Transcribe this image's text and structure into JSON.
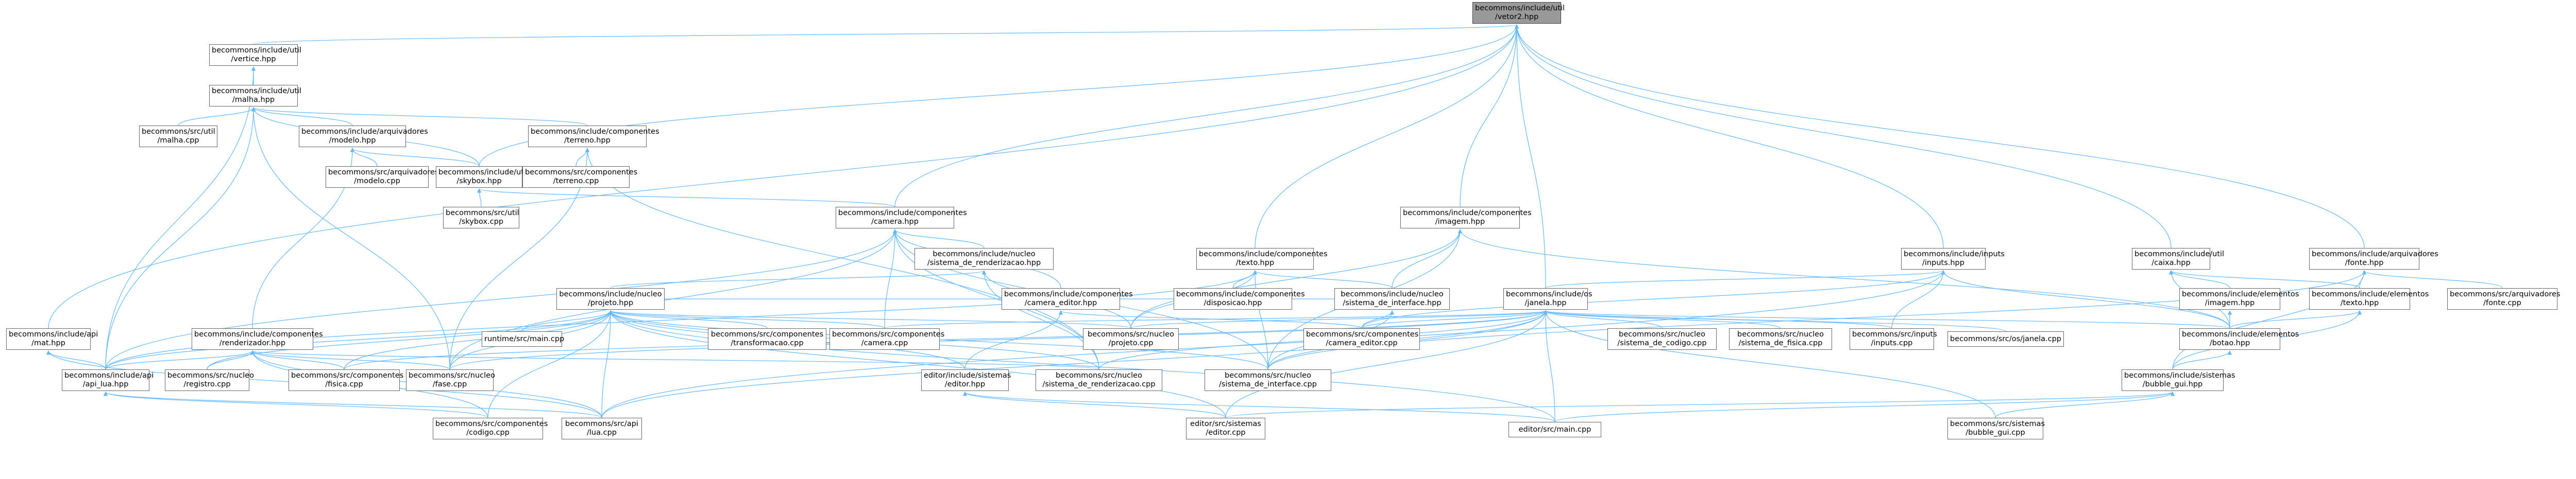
{
  "graph": {
    "edge_color": "#63b8ff",
    "node_border": "#666666",
    "root_fill": "#999999",
    "nodes": {
      "root": [
        "becommons/include/util",
        "/vetor2.hpp"
      ],
      "vertice": [
        "becommons/include/util",
        "/vertice.hpp"
      ],
      "malha": [
        "becommons/include/util",
        "/malha.hpp"
      ],
      "malha_cpp": [
        "becommons/src/util",
        "/malha.cpp"
      ],
      "modelo": [
        "becommons/include/arquivadores",
        "/modelo.hpp"
      ],
      "terreno": [
        "becommons/include/componentes",
        "/terreno.hpp"
      ],
      "modelo_cpp": [
        "becommons/src/arquivadores",
        "/modelo.cpp"
      ],
      "skybox": [
        "becommons/include/util",
        "/skybox.hpp"
      ],
      "terreno_cpp": [
        "becommons/src/componentes",
        "/terreno.cpp"
      ],
      "skybox_cpp": [
        "becommons/src/util",
        "/skybox.cpp"
      ],
      "camera": [
        "becommons/include/componentes",
        "/camera.hpp"
      ],
      "sistema_render": [
        "becommons/include/nucleo",
        "/sistema_de_renderizacao.hpp"
      ],
      "projeto": [
        "becommons/include/nucleo",
        "/projeto.hpp"
      ],
      "camera_editor": [
        "becommons/include/componentes",
        "/camera_editor.hpp"
      ],
      "renderizador": [
        "becommons/include/componentes",
        "/renderizador.hpp"
      ],
      "runtime_main": [
        "runtime/src/main.cpp"
      ],
      "transformacao_cpp": [
        "becommons/src/componentes",
        "/transformacao.cpp"
      ],
      "camera_cpp": [
        "becommons/src/componentes",
        "/camera.cpp"
      ],
      "projeto_cpp": [
        "becommons/src/nucleo",
        "/projeto.cpp"
      ],
      "mat": [
        "becommons/include/api",
        "/mat.hpp"
      ],
      "api_lua": [
        "becommons/include/api",
        "/api_lua.hpp"
      ],
      "registro_cpp": [
        "becommons/src/nucleo",
        "/registro.cpp"
      ],
      "fisica_cpp": [
        "becommons/src/componentes",
        "/fisica.cpp"
      ],
      "fase_cpp": [
        "becommons/src/nucleo",
        "/fase.cpp"
      ],
      "codigo_cpp": [
        "becommons/src/componentes",
        "/codigo.cpp"
      ],
      "lua_cpp": [
        "becommons/src/api",
        "/lua.cpp"
      ],
      "editor_sistemas": [
        "editor/include/sistemas",
        "/editor.hpp"
      ],
      "sis_render_cpp": [
        "becommons/src/nucleo",
        "/sistema_de_renderizacao.cpp"
      ],
      "sis_interface_cpp": [
        "becommons/src/nucleo",
        "/sistema_de_interface.cpp"
      ],
      "editor_cpp": [
        "editor/src/sistemas",
        "/editor.cpp"
      ],
      "editor_main": [
        "editor/src/main.cpp"
      ],
      "texto_comp": [
        "becommons/include/componentes",
        "/texto.hpp"
      ],
      "imagem_comp": [
        "becommons/include/componentes",
        "/imagem.hpp"
      ],
      "disposicao": [
        "becommons/include/componentes",
        "/disposicao.hpp"
      ],
      "sis_interface": [
        "becommons/include/nucleo",
        "/sistema_de_interface.hpp"
      ],
      "camera_editor_cpp": [
        "becommons/src/componentes",
        "/camera_editor.cpp"
      ],
      "janela": [
        "becommons/include/os",
        "/janela.hpp"
      ],
      "sis_codigo_cpp": [
        "becommons/src/nucleo",
        "/sistema_de_codigo.cpp"
      ],
      "sis_fisica_cpp": [
        "becommons/src/nucleo",
        "/sistema_de_fisica.cpp"
      ],
      "inputs": [
        "becommons/include/inputs",
        "/inputs.hpp"
      ],
      "inputs_cpp": [
        "becommons/src/inputs",
        "/inputs.cpp"
      ],
      "janela_cpp": [
        "becommons/src/os/janela.cpp"
      ],
      "caixa": [
        "becommons/include/util",
        "/caixa.hpp"
      ],
      "imagem_elem": [
        "becommons/include/elementos",
        "/imagem.hpp"
      ],
      "texto_elem": [
        "becommons/include/elementos",
        "/texto.hpp"
      ],
      "botao": [
        "becommons/include/elementos",
        "/botao.hpp"
      ],
      "bubble_gui": [
        "becommons/include/sistemas",
        "/bubble_gui.hpp"
      ],
      "bubble_gui_cpp": [
        "becommons/src/sistemas",
        "/bubble_gui.cpp"
      ],
      "fonte": [
        "becommons/include/arquivadores",
        "/fonte.hpp"
      ],
      "fonte_cpp": [
        "becommons/src/arquivadores",
        "/fonte.cpp"
      ]
    },
    "edges": [
      [
        "vertice",
        "root"
      ],
      [
        "malha",
        "vertice"
      ],
      [
        "api_lua",
        "vertice"
      ],
      [
        "malha_cpp",
        "malha"
      ],
      [
        "modelo",
        "malha"
      ],
      [
        "terreno",
        "malha"
      ],
      [
        "skybox",
        "malha"
      ],
      [
        "api_lua",
        "malha"
      ],
      [
        "fase_cpp",
        "malha"
      ],
      [
        "modelo_cpp",
        "modelo"
      ],
      [
        "skybox",
        "modelo"
      ],
      [
        "renderizador",
        "modelo"
      ],
      [
        "terreno_cpp",
        "terreno"
      ],
      [
        "fase_cpp",
        "terreno"
      ],
      [
        "sis_render_cpp",
        "terreno"
      ],
      [
        "skybox_cpp",
        "skybox"
      ],
      [
        "camera",
        "skybox"
      ],
      [
        "skybox",
        "root"
      ],
      [
        "camera",
        "root"
      ],
      [
        "sistema_render",
        "camera"
      ],
      [
        "camera_editor",
        "camera"
      ],
      [
        "camera_cpp",
        "camera"
      ],
      [
        "api_lua",
        "camera"
      ],
      [
        "fase_cpp",
        "camera"
      ],
      [
        "sis_render_cpp",
        "camera"
      ],
      [
        "sis_interface_cpp",
        "camera"
      ],
      [
        "projeto",
        "sistema_render"
      ],
      [
        "sis_render_cpp",
        "sistema_render"
      ],
      [
        "projeto_cpp",
        "sistema_render"
      ],
      [
        "editor_sistemas",
        "camera_editor"
      ],
      [
        "camera_editor_cpp",
        "camera_editor"
      ],
      [
        "runtime_main",
        "projeto"
      ],
      [
        "transformacao_cpp",
        "projeto"
      ],
      [
        "camera_cpp",
        "projeto"
      ],
      [
        "projeto_cpp",
        "projeto"
      ],
      [
        "registro_cpp",
        "projeto"
      ],
      [
        "fisica_cpp",
        "projeto"
      ],
      [
        "fase_cpp",
        "projeto"
      ],
      [
        "codigo_cpp",
        "projeto"
      ],
      [
        "lua_cpp",
        "projeto"
      ],
      [
        "editor_sistemas",
        "projeto"
      ],
      [
        "sis_render_cpp",
        "projeto"
      ],
      [
        "sis_interface_cpp",
        "projeto"
      ],
      [
        "editor_cpp",
        "projeto"
      ],
      [
        "editor_main",
        "projeto"
      ],
      [
        "api_lua",
        "projeto"
      ],
      [
        "api_lua",
        "renderizador"
      ],
      [
        "registro_cpp",
        "renderizador"
      ],
      [
        "fisica_cpp",
        "renderizador"
      ],
      [
        "fase_cpp",
        "renderizador"
      ],
      [
        "codigo_cpp",
        "renderizador"
      ],
      [
        "sis_render_cpp",
        "renderizador"
      ],
      [
        "lua_cpp",
        "renderizador"
      ],
      [
        "api_lua",
        "mat"
      ],
      [
        "lua_cpp",
        "mat"
      ],
      [
        "mat",
        "root"
      ],
      [
        "codigo_cpp",
        "api_lua"
      ],
      [
        "lua_cpp",
        "api_lua"
      ],
      [
        "editor_cpp",
        "editor_sistemas"
      ],
      [
        "editor_main",
        "editor_sistemas"
      ],
      [
        "texto_comp",
        "root"
      ],
      [
        "disposicao",
        "texto_comp"
      ],
      [
        "sis_interface",
        "texto_comp"
      ],
      [
        "projeto_cpp",
        "texto_comp"
      ],
      [
        "api_lua",
        "texto_comp"
      ],
      [
        "sis_interface_cpp",
        "texto_comp"
      ],
      [
        "imagem_comp",
        "root"
      ],
      [
        "sis_interface",
        "imagem_comp"
      ],
      [
        "projeto_cpp",
        "imagem_comp"
      ],
      [
        "botao",
        "imagem_comp"
      ],
      [
        "sis_interface_cpp",
        "imagem_comp"
      ],
      [
        "projeto",
        "sis_interface"
      ],
      [
        "sis_interface_cpp",
        "sis_interface"
      ],
      [
        "camera_editor_cpp",
        "sis_interface"
      ],
      [
        "janela",
        "root"
      ],
      [
        "sis_codigo_cpp",
        "janela"
      ],
      [
        "sis_fisica_cpp",
        "janela"
      ],
      [
        "inputs_cpp",
        "janela"
      ],
      [
        "janela_cpp",
        "janela"
      ],
      [
        "botao",
        "janela"
      ],
      [
        "camera_cpp",
        "janela"
      ],
      [
        "projeto_cpp",
        "janela"
      ],
      [
        "camera_editor_cpp",
        "janela"
      ],
      [
        "fase_cpp",
        "janela"
      ],
      [
        "sis_render_cpp",
        "janela"
      ],
      [
        "sis_interface_cpp",
        "janela"
      ],
      [
        "editor_cpp",
        "janela"
      ],
      [
        "editor_main",
        "janela"
      ],
      [
        "lua_cpp",
        "janela"
      ],
      [
        "bubble_gui_cpp",
        "janela"
      ],
      [
        "fisica_cpp",
        "janela"
      ],
      [
        "inputs",
        "root"
      ],
      [
        "inputs_cpp",
        "inputs"
      ],
      [
        "janela",
        "inputs"
      ],
      [
        "botao",
        "inputs"
      ],
      [
        "lua_cpp",
        "inputs"
      ],
      [
        "camera_editor_cpp",
        "inputs"
      ],
      [
        "caixa",
        "root"
      ],
      [
        "imagem_elem",
        "caixa"
      ],
      [
        "texto_elem",
        "caixa"
      ],
      [
        "botao",
        "caixa"
      ],
      [
        "botao",
        "imagem_elem"
      ],
      [
        "bubble_gui",
        "texto_elem"
      ],
      [
        "botao",
        "texto_elem"
      ],
      [
        "bubble_gui",
        "botao"
      ],
      [
        "bubble_gui_cpp",
        "bubble_gui"
      ],
      [
        "editor_cpp",
        "bubble_gui"
      ],
      [
        "editor_main",
        "bubble_gui"
      ],
      [
        "fonte",
        "root"
      ],
      [
        "fonte_cpp",
        "fonte"
      ],
      [
        "texto_elem",
        "fonte"
      ],
      [
        "sis_interface_cpp",
        "fonte"
      ],
      [
        "bubble_gui",
        "fonte"
      ]
    ]
  }
}
